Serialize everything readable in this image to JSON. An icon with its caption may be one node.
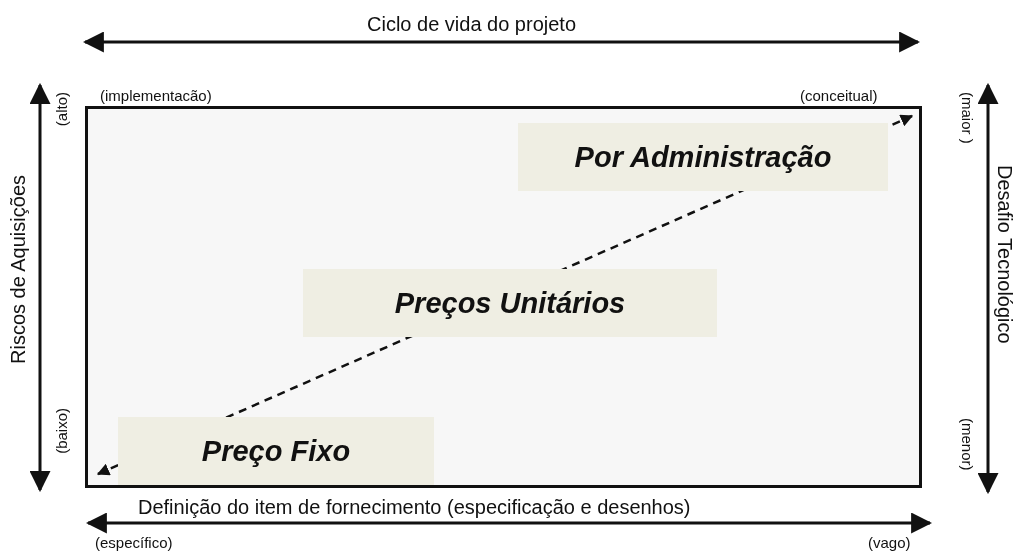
{
  "diagram": {
    "nodes": [
      {
        "text": [],
        "shape": "box"
      },
      {
        "text": [
          "Por Administração"
        ],
        "in": 0
      },
      {
        "text": [
          "Preços Unitários"
        ],
        "in": 0
      },
      {
        "text": [
          "Preço Fixo"
        ],
        "in": 0
      }
    ],
    "labels": [
      "Ciclo de vida do projeto",
      "(implementacão)",
      "(conceitual)",
      "Riscos de Aquisições",
      "(alto)",
      "(baixo)",
      "(maior )",
      "Desafio Tecnológico",
      "(menor)",
      "Definição do item de fornecimento (especificação e desenhos)",
      "(específico)",
      "(vago)"
    ]
  }
}
